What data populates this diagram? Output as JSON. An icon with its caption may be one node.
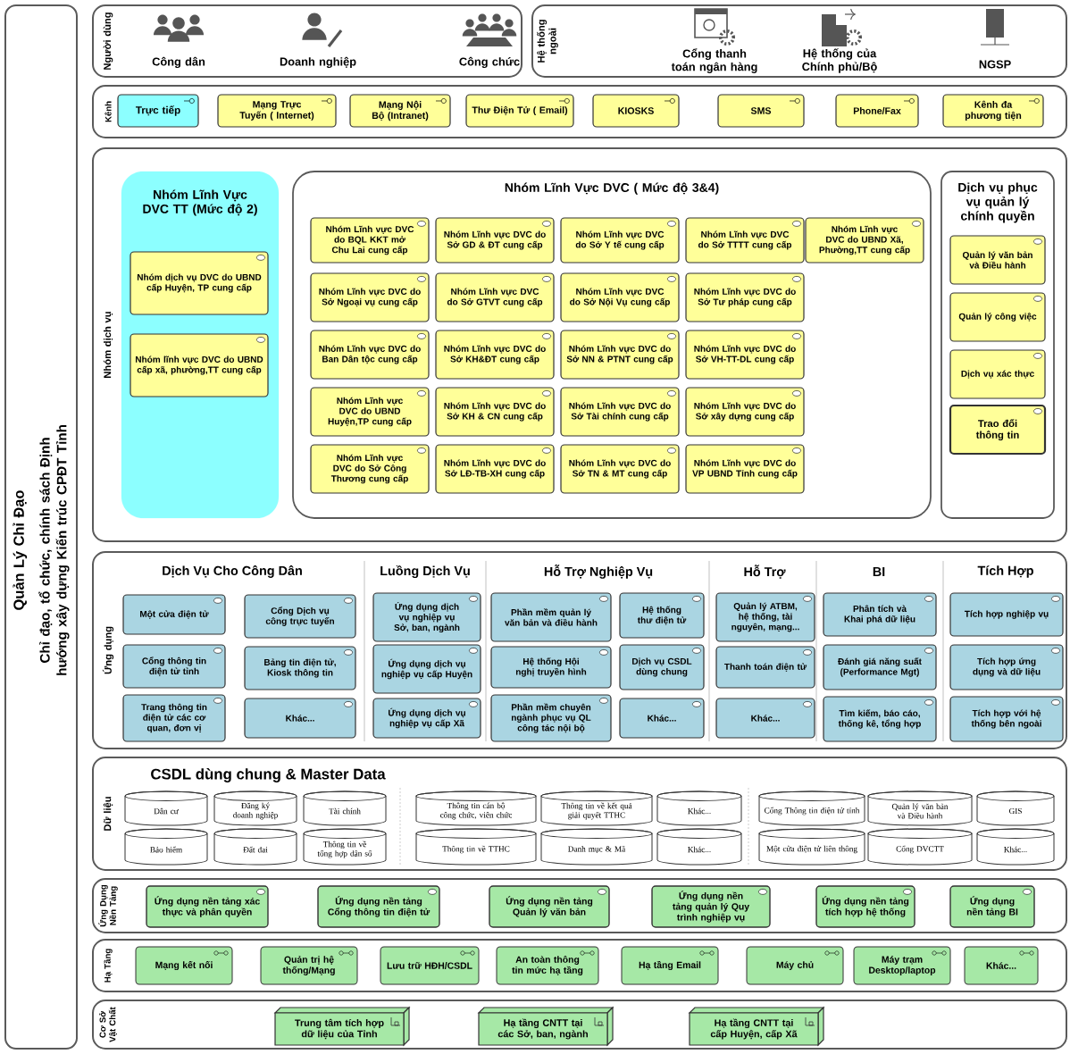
{
  "diagram": {
    "nodes": [
      {
        "text": [
          "Quản Lý Chỉ Đạo",
          "Chỉ đạo, tổ chức, chính sách Định hướng xây dựng Kiến trúc CPĐT Tỉnh"
        ]
      },
      {
        "text": [
          "Người dùng"
        ]
      },
      {
        "text": [
          "Công dân"
        ],
        "in": 1
      },
      {
        "text": [
          "Doanh nghiệp"
        ],
        "in": 1
      },
      {
        "text": [
          "Công chức"
        ],
        "in": 1
      },
      {
        "text": [
          "Hệ thống ngoài"
        ]
      },
      {
        "text": [
          "Cổng thanh toán ngân hàng"
        ],
        "in": 5
      },
      {
        "text": [
          "Hệ thống của Chính phủ/Bộ"
        ],
        "in": 5
      },
      {
        "text": [
          "NGSP"
        ],
        "in": 5
      },
      {
        "text": [
          "Kênh"
        ]
      },
      {
        "text": [
          "Trực tiếp"
        ],
        "in": 9
      },
      {
        "text": [
          "Mạng Trực Tuyến ( Internet)"
        ],
        "in": 9
      },
      {
        "text": [
          "Mạng Nội Bộ (Intranet)"
        ],
        "in": 9
      },
      {
        "text": [
          "Thư Điện Tử ( Email)"
        ],
        "in": 9
      },
      {
        "text": [
          "KIOSKS"
        ],
        "in": 9
      },
      {
        "text": [
          "SMS"
        ],
        "in": 9
      },
      {
        "text": [
          "Phone/Fax"
        ],
        "in": 9
      },
      {
        "text": [
          "Kênh đa phương tiện"
        ],
        "in": 9
      },
      {
        "text": [
          "Nhóm dịch vụ"
        ]
      },
      {
        "text": [
          "Nhóm Lĩnh Vực DVC TT (Mức độ 2)"
        ],
        "in": 18
      },
      {
        "text": [
          "Nhóm dịch vụ DVC do UBND cấp Huyện, TP cung cấp"
        ],
        "in": 19
      },
      {
        "text": [
          "Nhóm lĩnh vực DVC do UBND cấp xã, phường,TT cung cấp"
        ],
        "in": 19
      },
      {
        "text": [
          "Nhóm Lĩnh Vực DVC ( Mức độ 3&4)"
        ],
        "in": 18
      },
      {
        "text": [
          "Nhóm Lĩnh vực DVC do BQL KKT mở Chu Lai cung cấp"
        ],
        "in": 22
      },
      {
        "text": [
          "Nhóm Lĩnh vực DVC do Sở GD & ĐT cung cấp"
        ],
        "in": 22
      },
      {
        "text": [
          "Nhóm Lĩnh vực DVC do Sở Y tế cung cấp"
        ],
        "in": 22
      },
      {
        "text": [
          "Nhóm Lĩnh vực DVC do Sở TTTT cung cấp"
        ],
        "in": 22
      },
      {
        "text": [
          "Nhóm Lĩnh vực DVC do UBND Xã, Phường,TT cung cấp"
        ],
        "in": 22
      },
      {
        "text": [
          "Nhóm Lĩnh vực DVC do Sở Ngoại vụ cung cấp"
        ],
        "in": 22
      },
      {
        "text": [
          "Nhóm Lĩnh vực DVC do Sở GTVT cung cấp"
        ],
        "in": 22
      },
      {
        "text": [
          "Nhóm Lĩnh vực DVC do Sở Nội Vụ cung cấp"
        ],
        "in": 22
      },
      {
        "text": [
          "Nhóm Lĩnh vực DVC do Sở Tư pháp cung cấp"
        ],
        "in": 22
      },
      {
        "text": [
          "Nhóm Lĩnh vực DVC do Ban Dân tộc cung cấp"
        ],
        "in": 22
      },
      {
        "text": [
          "Nhóm Lĩnh vực DVC do Sở KH&ĐT cung cấp"
        ],
        "in": 22
      },
      {
        "text": [
          "Nhóm Lĩnh vực DVC do Sở NN & PTNT cung cấp"
        ],
        "in": 22
      },
      {
        "text": [
          "Nhóm Lĩnh vực DVC do Sở VH-TT-DL cung cấp"
        ],
        "in": 22
      },
      {
        "text": [
          "Nhóm Lĩnh vực DVC do UBND Huyện,TP cung cấp"
        ],
        "in": 22
      },
      {
        "text": [
          "Nhóm Lĩnh vực DVC do Sở KH & CN cung cấp"
        ],
        "in": 22
      },
      {
        "text": [
          "Nhóm Lĩnh vực DVC do Sở Tài chính cung cấp"
        ],
        "in": 22
      },
      {
        "text": [
          "Nhóm Lĩnh vực DVC do Sở xây dựng cung cấp"
        ],
        "in": 22
      },
      {
        "text": [
          "Nhóm Lĩnh vực DVC do Sở Công Thương cung cấp"
        ],
        "in": 22
      },
      {
        "text": [
          "Nhóm Lĩnh vực DVC do Sở LĐ-TB-XH cung cấp"
        ],
        "in": 22
      },
      {
        "text": [
          "Nhóm Lĩnh vực DVC do Sở TN & MT cung cấp"
        ],
        "in": 22
      },
      {
        "text": [
          "Nhóm Lĩnh vực DVC do VP UBND Tỉnh cung cấp"
        ],
        "in": 22
      },
      {
        "text": [
          "Dịch vụ phục vụ quản lý chính quyền"
        ],
        "in": 18
      },
      {
        "text": [
          "Quản lý văn bản và Điều hành"
        ],
        "in": 44
      },
      {
        "text": [
          "Quản lý công việc"
        ],
        "in": 44
      },
      {
        "text": [
          "Dịch vụ xác thực"
        ],
        "in": 44
      },
      {
        "text": [
          "Trao đổi thông tin"
        ],
        "in": 44
      },
      {
        "text": [
          "Ứng dụng"
        ]
      },
      {
        "text": [
          "Một cửa điện tử"
        ],
        "in": 49
      },
      {
        "text": [
          "Cổng thông tin điện tử tỉnh"
        ],
        "in": 49
      },
      {
        "text": [
          "Trang thông tin điện tử các cơ quan, đơn vị"
        ],
        "in": 49
      },
      {
        "text": [
          "Cổng Dịch vụ công trực tuyến"
        ],
        "in": 49
      },
      {
        "text": [
          "Bảng tin điện tử, Kiosk thông tin"
        ],
        "in": 49
      },
      {
        "text": [
          "Khác..."
        ],
        "in": 49
      },
      {
        "text": [
          "Ứng dụng dịch vụ nghiệp vụ Sở, ban, ngành"
        ],
        "in": 49
      },
      {
        "text": [
          "Ứng dụng dịch vụ nghiệp vụ cấp Huyện"
        ],
        "in": 49
      },
      {
        "text": [
          "Ứng dụng dịch vụ nghiệp vụ cấp Xã"
        ],
        "in": 49
      },
      {
        "text": [
          "Phần mềm quản lý văn bản và điều hành"
        ],
        "in": 49
      },
      {
        "text": [
          "Hệ thống Hội nghị truyền hình"
        ],
        "in": 49
      },
      {
        "text": [
          "Phần mềm chuyên ngành phục vụ QL công tác nội bộ"
        ],
        "in": 49
      },
      {
        "text": [
          "Hệ thống thư điện tử"
        ],
        "in": 49
      },
      {
        "text": [
          "Dịch vụ CSDL dùng chung"
        ],
        "in": 49
      },
      {
        "text": [
          "Khác..."
        ],
        "in": 49
      },
      {
        "text": [
          "Quản lý ATBM, hệ thống, tài nguyên, mạng..."
        ],
        "in": 49
      },
      {
        "text": [
          "Thanh toán điện tử"
        ],
        "in": 49
      },
      {
        "text": [
          "Khác..."
        ],
        "in": 49
      },
      {
        "text": [
          "Phân tích và Khai phá dữ liệu"
        ],
        "in": 49
      },
      {
        "text": [
          "Đánh giá năng suất (Performance Mgt)"
        ],
        "in": 49
      },
      {
        "text": [
          "Tìm kiếm, báo cáo, thống kê, tổng hợp"
        ],
        "in": 49
      },
      {
        "text": [
          "Tích hợp nghiệp vụ"
        ],
        "in": 49
      },
      {
        "text": [
          "Tích hợp ứng dụng và dữ liệu"
        ],
        "in": 49
      },
      {
        "text": [
          "Tích hợp với hệ thống bên ngoài"
        ],
        "in": 49
      },
      {
        "text": [
          "Dữ liệu",
          "CSDL dùng chung & Master Data"
        ]
      },
      {
        "text": [
          "Dân cư"
        ],
        "in": 74
      },
      {
        "text": [
          "Đăng ký doanh nghiệp"
        ],
        "in": 74
      },
      {
        "text": [
          "Tài chính"
        ],
        "in": 74
      },
      {
        "text": [
          "Thông tin cán bộ công chức, viên chức"
        ],
        "in": 74
      },
      {
        "text": [
          "Thông tin về kết quả giải quyết TTHC"
        ],
        "in": 74
      },
      {
        "text": [
          "Khác..."
        ],
        "in": 74
      },
      {
        "text": [
          "Cổng Thông tin điện tử tỉnh"
        ],
        "in": 74
      },
      {
        "text": [
          "Quản lý văn bản và Điều hành"
        ],
        "in": 74
      },
      {
        "text": [
          "GIS"
        ],
        "in": 74
      },
      {
        "text": [
          "Bảo hiểm"
        ],
        "in": 74
      },
      {
        "text": [
          "Đất đai"
        ],
        "in": 74
      },
      {
        "text": [
          "Thông tin về tổng hợp dân số"
        ],
        "in": 74
      },
      {
        "text": [
          "Thông tin về TTHC"
        ],
        "in": 74
      },
      {
        "text": [
          "Danh mục & Mã"
        ],
        "in": 74
      },
      {
        "text": [
          "Khác..."
        ],
        "in": 74
      },
      {
        "text": [
          "Một cửa điện tử liên thông"
        ],
        "in": 74
      },
      {
        "text": [
          "Cổng DVCTT"
        ],
        "in": 74
      },
      {
        "text": [
          "Khác..."
        ],
        "in": 74
      },
      {
        "text": [
          "Ứng Dụng Nền Tảng"
        ]
      },
      {
        "text": [
          "Ứng dụng nền tảng xác thực và phân quyền"
        ],
        "in": 93
      },
      {
        "text": [
          "Ứng dụng nền tảng Cổng thông tin điện tử"
        ],
        "in": 93
      },
      {
        "text": [
          "Ứng dụng nền tảng Quản lý văn bản"
        ],
        "in": 93
      },
      {
        "text": [
          "Ứng dụng nền tảng quản lý Quy trình nghiệp vụ"
        ],
        "in": 93
      },
      {
        "text": [
          "Ứng dụng nền tảng tích hợp hệ thống"
        ],
        "in": 93
      },
      {
        "text": [
          "Ứng dụng nền tảng BI"
        ],
        "in": 93
      },
      {
        "text": [
          "Hạ Tầng"
        ]
      },
      {
        "text": [
          "Mạng kết nối"
        ],
        "in": 100
      },
      {
        "text": [
          "Quản trị hệ thống/Mạng"
        ],
        "in": 100
      },
      {
        "text": [
          "Lưu trữ HĐH/CSDL"
        ],
        "in": 100
      },
      {
        "text": [
          "An toàn thông tin mức hạ tầng"
        ],
        "in": 100
      },
      {
        "text": [
          "Hạ tầng Email"
        ],
        "in": 100
      },
      {
        "text": [
          "Máy chủ"
        ],
        "in": 100
      },
      {
        "text": [
          "Máy trạm Desktop/laptop"
        ],
        "in": 100
      },
      {
        "text": [
          "Khác..."
        ],
        "in": 100
      },
      {
        "text": [
          "Cơ Sở Vật Chất"
        ]
      },
      {
        "text": [
          "Trung tâm tích hợp dữ liệu của Tỉnh"
        ],
        "in": 109
      },
      {
        "text": [
          "Hạ tầng CNTT tại các Sở, ban, ngành"
        ],
        "in": 109
      },
      {
        "text": [
          "Hạ tầng CNTT tại cấp Huyện, cấp Xã"
        ],
        "in": 109
      }
    ],
    "labels": [
      "Dịch Vụ Cho Công Dân",
      "Luồng Dịch Vụ",
      "Hỗ Trợ Nghiệp Vụ",
      "Hỗ Trợ",
      "BI",
      "Tích Hợp"
    ]
  }
}
